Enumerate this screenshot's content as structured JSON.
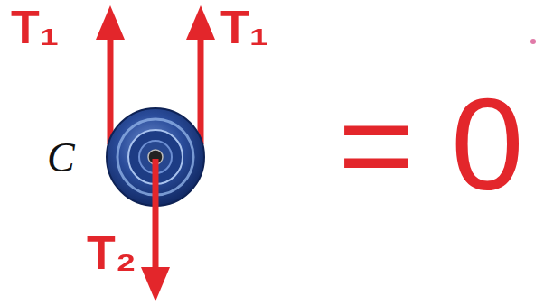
{
  "diagram": {
    "labels": [
      "T₁",
      "T₁",
      "C",
      "T₂",
      "= 0"
    ]
  }
}
